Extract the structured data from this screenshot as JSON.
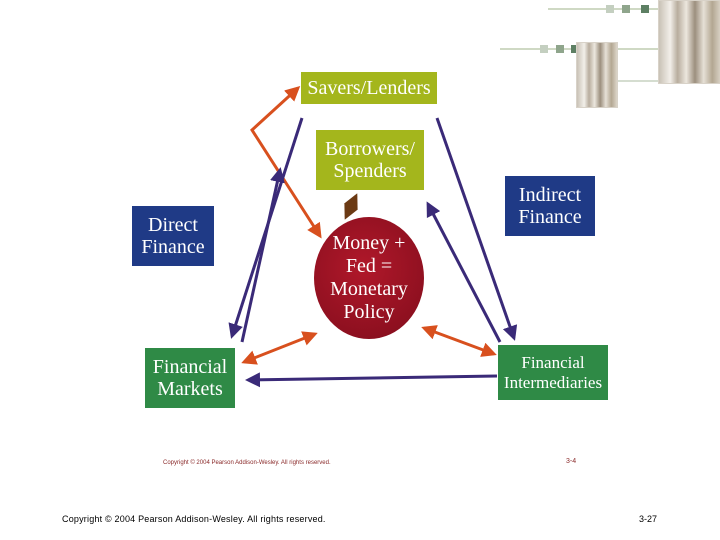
{
  "diagram": {
    "nodes": {
      "savers": "Savers/Lenders",
      "borrowers": "Borrowers/\nSpenders",
      "direct_finance": "Direct\nFinance",
      "indirect_finance": "Indirect\nFinance",
      "center": "Money +\nFed =\nMonetary\nPolicy",
      "financial_markets": "Financial\nMarkets",
      "financial_intermediaries": "Financial\nIntermediaries"
    },
    "colors": {
      "navy_box": "#1f3a86",
      "green_box": "#2f8a46",
      "olive_box": "#a4b61c",
      "center_circle": "#8f1020",
      "arrow_navy": "#3a2a78",
      "arrow_orange": "#d8501e",
      "arrow_brown": "#6b3a14"
    }
  },
  "inner_copyright": "Copyright © 2004 Pearson Addison-Wesley. All rights reserved.",
  "inner_page": "3-4",
  "footer": {
    "copyright": "Copyright © 2004 Pearson Addison-Wesley. All rights reserved.",
    "page": "3-27"
  }
}
